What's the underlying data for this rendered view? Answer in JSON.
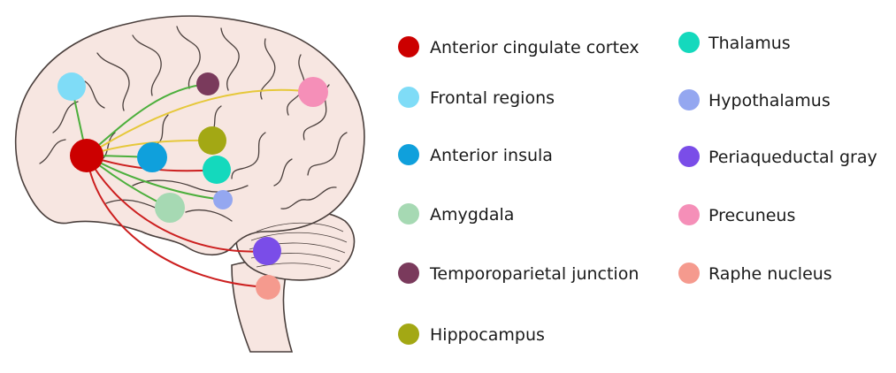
{
  "regions": [
    {
      "id": "acc",
      "label": "Anterior cingulate cortex",
      "color": "#cc0000"
    },
    {
      "id": "frontal",
      "label": "Frontal regions",
      "color": "#7fdcf7"
    },
    {
      "id": "insula",
      "label": "Anterior insula",
      "color": "#0fa0dc"
    },
    {
      "id": "amygdala",
      "label": "Amygdala",
      "color": "#a6d9b3"
    },
    {
      "id": "tpj",
      "label": "Temporoparietal junction",
      "color": "#7a3a5c"
    },
    {
      "id": "hippocampus",
      "label": "Hippocampus",
      "color": "#a3a814"
    },
    {
      "id": "thalamus",
      "label": "Thalamus",
      "color": "#14d9bd"
    },
    {
      "id": "hypothalamus",
      "label": "Hypothalamus",
      "color": "#94a7f0"
    },
    {
      "id": "pag",
      "label": "Periaqueductal gray",
      "color": "#7a4de8"
    },
    {
      "id": "precuneus",
      "label": "Precuneus",
      "color": "#f58fb8"
    },
    {
      "id": "raphe",
      "label": "Raphe nucleus",
      "color": "#f59a8e"
    }
  ],
  "connection_colors": {
    "green": "#4caf3c",
    "yellow": "#e6c83a",
    "red": "#cc1f1f"
  },
  "brain_colors": {
    "fill": "#f7e6e1",
    "outline": "#4a3f3c"
  }
}
